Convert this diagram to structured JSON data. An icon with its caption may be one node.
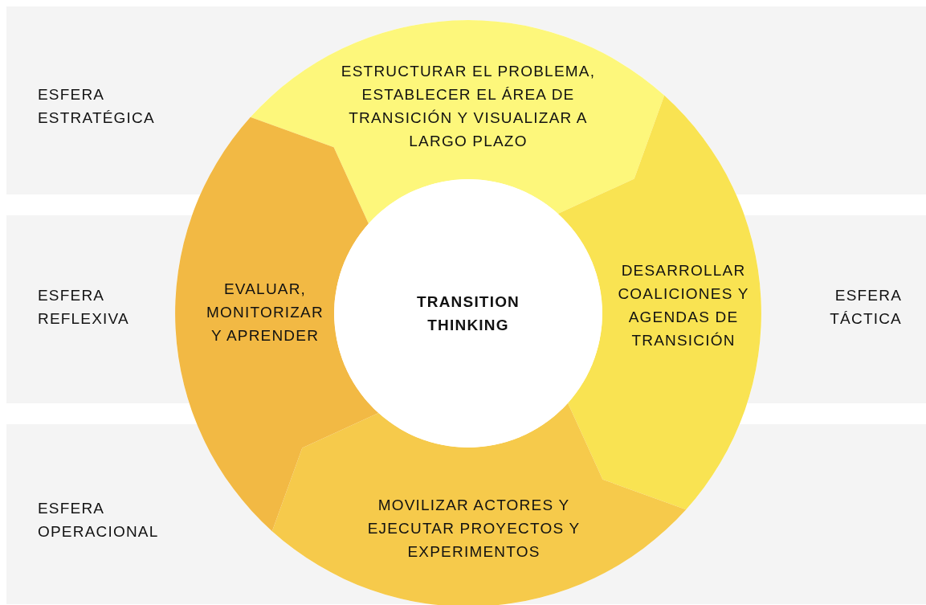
{
  "diagram": {
    "nodes": [
      {
        "text": [
          "ESFERA ESTRATÉGICA"
        ]
      },
      {
        "text": [
          "ESFERA REFLEXIVA",
          "ESFERA TÁCTICA"
        ]
      },
      {
        "text": [
          "ESFERA OPERACIONAL"
        ]
      },
      {
        "text": [
          "ESTRUCTURAR EL PROBLEMA, ESTABLECER EL ÁREA DE TRANSICIÓN Y VISUALIZAR A LARGO PLAZO"
        ]
      },
      {
        "text": [
          "DESARROLLAR COALICIONES Y AGENDAS DE TRANSICIÓN"
        ]
      },
      {
        "text": [
          "MOVILIZAR ACTORES Y EJECUTAR PROYECTOS Y EXPERIMENTOS"
        ]
      },
      {
        "text": [
          "EVALUAR, MONITORIZAR Y APRENDER"
        ]
      },
      {
        "text": [
          "TRANSITION THINKING"
        ]
      }
    ]
  }
}
